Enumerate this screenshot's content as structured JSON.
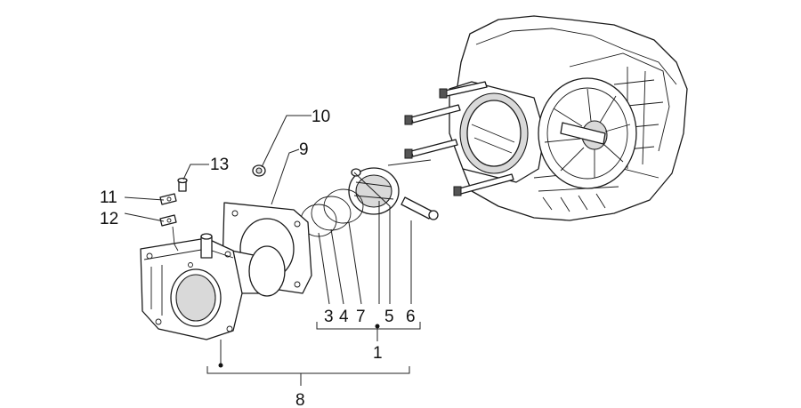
{
  "callouts": {
    "c1": "1",
    "c3": "3",
    "c4": "4",
    "c5": "5",
    "c6": "6",
    "c7": "7",
    "c8": "8",
    "c9": "9",
    "c10": "10",
    "c11": "11",
    "c12": "12",
    "c13": "13"
  }
}
